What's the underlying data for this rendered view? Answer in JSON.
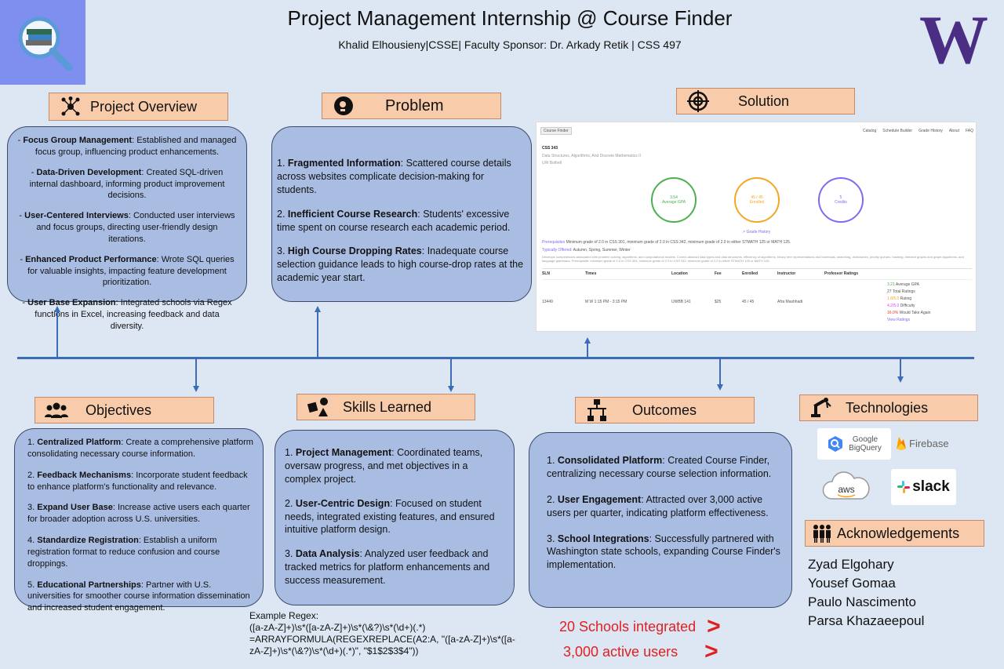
{
  "header": {
    "title": "Project Management Internship @ Course Finder",
    "subtitle": "Khalid Elhousieny|CSSE| Faculty Sponsor: Dr. Arkady Retik |  CSS 497",
    "uw_letter": "W"
  },
  "sections": {
    "overview": "Project Overview",
    "problem": "Problem",
    "solution": "Solution",
    "objectives": "Objectives",
    "skills": "Skills Learned",
    "outcomes": "Outcomes",
    "technologies": "Technologies",
    "acknowledgements": "Acknowledgements"
  },
  "overview_items": [
    {
      "title": "Focus Group Management",
      "prefix": "- ",
      "text": ": Established and managed focus group, influencing product enhancements."
    },
    {
      "title": "Data-Driven Development",
      "prefix": "- ",
      "text": ": Created SQL-driven internal dashboard, informing product improvement decisions."
    },
    {
      "title": "User-Centered Interviews",
      "prefix": "- ",
      "text": ": Conducted user interviews and focus groups, directing user-friendly design iterations."
    },
    {
      "title": "Enhanced Product Performance",
      "prefix": "- ",
      "text": ": Wrote SQL queries for valuable insights, impacting feature development prioritization."
    },
    {
      "title": "User Base Expansion",
      "prefix": "- ",
      "text": ": Integrated schools via Regex functions in Excel, increasing feedback and data diversity."
    }
  ],
  "problem_items": [
    {
      "num": "1. ",
      "title": "Fragmented Information",
      "text": ": Scattered course details across websites complicate decision-making for students."
    },
    {
      "num": "2. ",
      "title": "Inefficient Course Research",
      "text": ": Students' excessive time spent on course research each academic period."
    },
    {
      "num": "3. ",
      "title": "High Course Dropping Rates",
      "text": ": Inadequate course selection guidance leads to high course-drop rates at the academic year start."
    }
  ],
  "objective_items": [
    {
      "num": "1. ",
      "title": "Centralized Platform",
      "text": ": Create a comprehensive platform consolidating necessary course information."
    },
    {
      "num": "2. ",
      "title": "Feedback Mechanisms",
      "text": ": Incorporate student feedback to enhance platform's functionality and relevance."
    },
    {
      "num": "3. ",
      "title": "Expand User Base",
      "text": ": Increase active users each quarter for broader adoption across U.S. universities."
    },
    {
      "num": "4. ",
      "title": "Standardize Registration",
      "text": ": Establish a uniform registration format to reduce confusion and course droppings."
    },
    {
      "num": "5. ",
      "title": "Educational Partnerships",
      "text": ": Partner with U.S. universities for smoother course information dissemination and increased student engagement."
    }
  ],
  "skill_items": [
    {
      "num": "1. ",
      "title": "Project Management",
      "text": ": Coordinated teams, oversaw progress, and met objectives in a complex project."
    },
    {
      "num": "2. ",
      "title": "User-Centric Design",
      "text": ": Focused on student needs, integrated existing features, and ensured intuitive platform design."
    },
    {
      "num": "3. ",
      "title": "Data Analysis",
      "text": ": Analyzed user feedback and tracked metrics for platform enhancements and success measurement."
    }
  ],
  "outcome_items": [
    {
      "num": "1. ",
      "title": "Consolidated Platform",
      "text": ": Created Course Finder, centralizing necessary course selection information."
    },
    {
      "num": "2. ",
      "title": "User Engagement",
      "text": ": Attracted over 3,000 active users per quarter, indicating platform effectiveness."
    },
    {
      "num": "3. ",
      "title": "School Integrations",
      "text": ": Successfully partnered with Washington state schools, expanding Course Finder's implementation."
    }
  ],
  "screenshot": {
    "brand": "Course Finder",
    "nav": [
      "Catalog",
      "Schedule Builder",
      "Grade History",
      "About",
      "FAQ"
    ],
    "course": "CSS 343",
    "course_sub": "Data Structures, Algorithms, And Discrete Mathematics II",
    "campus": "UW Bothell",
    "circles": [
      {
        "value": "3.54",
        "label": "Average GPA",
        "color": "#4caf50"
      },
      {
        "value": "45 / 45",
        "label": "Enrolled",
        "color": "#f5a623"
      },
      {
        "value": "5",
        "label": "Credits",
        "color": "#7b6cf0"
      }
    ],
    "grade_link": "Grade History",
    "prereq_label": "Prerequisites",
    "prereq": "Minimum grade of 2.0 in CSS 301, minimum grade of 2.0 in CSS 342, minimum grade of 2.0 in either STMATH 125 or MATH 125.",
    "offered_label": "Typically Offered:",
    "offered": "Autumn, Spring, Summer, Winter",
    "desc": "Develops competencies associated with problem solving, algorithms, and computational models. Covers abstract data types and data structures, efficiency of algorithms, binary tree representations and traversals, searching, dictionaries, priority queues, hashing, directed graphs and graph algorithms, and language grammars. Prerequisite: minimum grade of 2.0 in CSS 301; minimum grade of 2.0 in CSS 342; minimum grade of 2.0 in either STMATH 125 or MATH 125.",
    "cols": [
      "SLN",
      "Times",
      "Location",
      "Fee",
      "Enrolled",
      "Instructor",
      "Professor Ratings"
    ],
    "row": [
      "13449",
      "M W 1:15 PM - 3:15 PM",
      "UWBB 141",
      "$25",
      "45 / 45",
      "Afra Mashhadi"
    ],
    "ratings": [
      {
        "value": "3.21",
        "rest": " Average GPA",
        "color": "#4caf50"
      },
      {
        "value": "",
        "rest": "27 Total Ratings",
        "color": "#555"
      },
      {
        "value": "1.8/5.0",
        "rest": " Rating",
        "color": "#f5a623"
      },
      {
        "value": "4.2/5.0",
        "rest": " Difficulty",
        "color": "#e040fb"
      },
      {
        "value": "16.0%",
        "rest": " Would Take Again",
        "color": "#e53935"
      },
      {
        "value": "",
        "rest": "View Ratings",
        "color": "#7b6cf0"
      }
    ]
  },
  "technologies": {
    "bigquery_1": "Google",
    "bigquery_2": "BigQuery",
    "firebase": "Firebase",
    "aws": "aws",
    "slack": "slack"
  },
  "acknowledgement_names": [
    "Zyad Elgohary",
    "Yousef Gomaa",
    "Paulo Nascimento",
    "Parsa Khazaeepoul"
  ],
  "regex": {
    "label": "Example Regex:",
    "line1": "([a-zA-Z]+)\\s*([a-zA-Z]+)\\s*(\\&?)\\s*(\\d+)(.*)",
    "line2": "=ARRAYFORMULA(REGEXREPLACE(A2:A, \"([a-zA-Z]+)\\s*([a-",
    "line3": "zA-Z]+)\\s*(\\&?)\\s*(\\d+)(.*)\", \"$1$2$3$4\"))"
  },
  "stats": [
    {
      "text": "20 Schools integrated",
      "mark": ">"
    },
    {
      "text": "3,000 active users",
      "mark": ">"
    }
  ],
  "colors": {
    "header_fill": "#f8ccaa",
    "box_fill": "#a9bde3",
    "timeline": "#3b6cb7",
    "stat_red": "#e02020",
    "uw_purple": "#4b2e83",
    "logo_bg": "#7e8ff0"
  }
}
